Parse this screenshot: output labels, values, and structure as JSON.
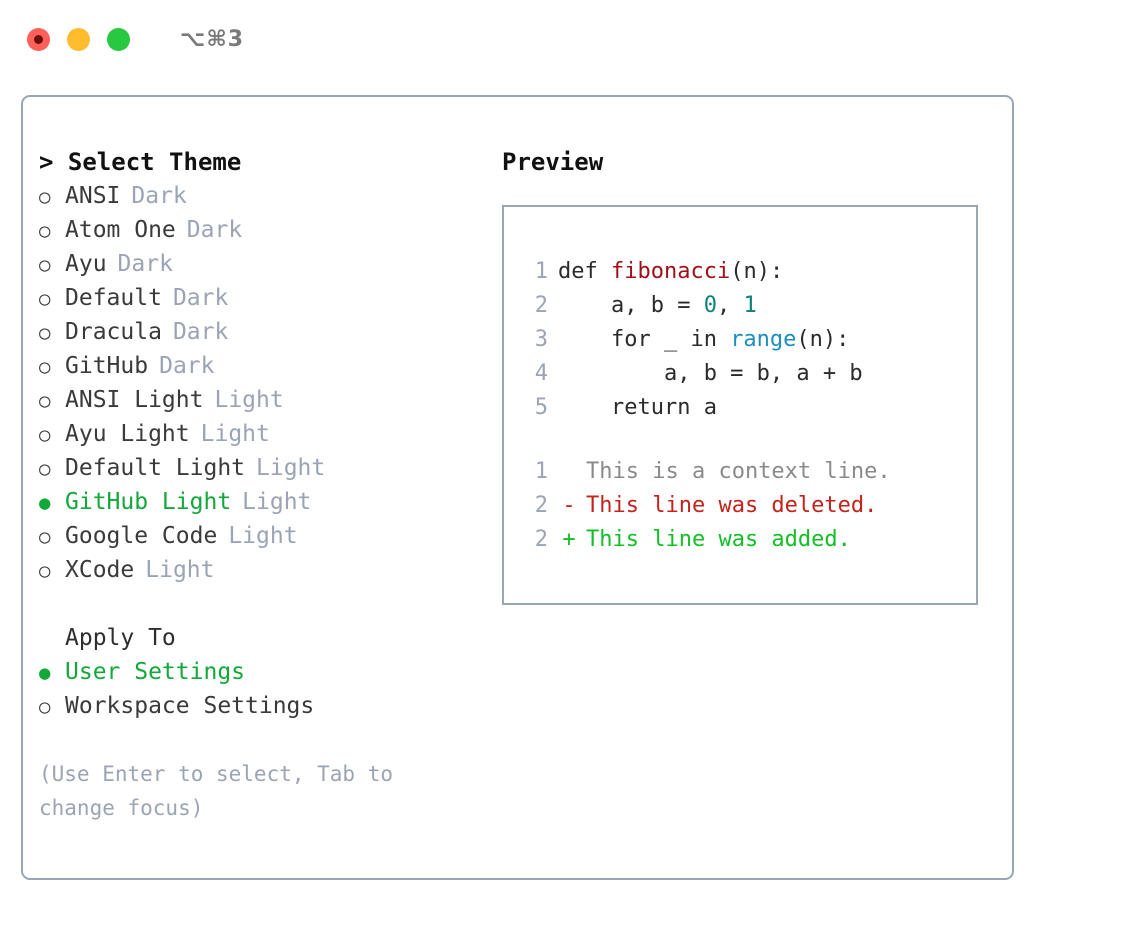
{
  "titlebar": {
    "shortcut": "⌥⌘3",
    "lights": [
      "close-red",
      "minimize-yellow",
      "maximize-green"
    ]
  },
  "left_panel": {
    "heading": "> Select Theme",
    "themes": [
      {
        "marker": "○",
        "name": "ANSI",
        "variant": "Dark",
        "selected": false
      },
      {
        "marker": "○",
        "name": "Atom One",
        "variant": "Dark",
        "selected": false
      },
      {
        "marker": "○",
        "name": "Ayu",
        "variant": "Dark",
        "selected": false
      },
      {
        "marker": "○",
        "name": "Default",
        "variant": "Dark",
        "selected": false
      },
      {
        "marker": "○",
        "name": "Dracula",
        "variant": "Dark",
        "selected": false
      },
      {
        "marker": "○",
        "name": "GitHub",
        "variant": "Dark",
        "selected": false
      },
      {
        "marker": "○",
        "name": "ANSI Light",
        "variant": "Light",
        "selected": false
      },
      {
        "marker": "○",
        "name": "Ayu Light",
        "variant": "Light",
        "selected": false
      },
      {
        "marker": "○",
        "name": "Default Light",
        "variant": "Light",
        "selected": false
      },
      {
        "marker": "●",
        "name": "GitHub Light",
        "variant": "Light",
        "selected": true
      },
      {
        "marker": "○",
        "name": "Google Code",
        "variant": "Light",
        "selected": false
      },
      {
        "marker": "○",
        "name": "XCode",
        "variant": "Light",
        "selected": false
      }
    ],
    "apply_to_label": "Apply To",
    "apply_to": [
      {
        "marker": "●",
        "name": "User Settings",
        "selected": true
      },
      {
        "marker": "○",
        "name": "Workspace Settings",
        "selected": false
      }
    ],
    "hint": "(Use Enter to select, Tab to change focus)"
  },
  "preview": {
    "title": "Preview",
    "code_lines": [
      {
        "no": "1",
        "segments": [
          {
            "t": "def ",
            "c": "plain"
          },
          {
            "t": "fibonacci",
            "c": "fn"
          },
          {
            "t": "(n):",
            "c": "plain"
          }
        ]
      },
      {
        "no": "2",
        "segments": [
          {
            "t": "    a, b = ",
            "c": "plain"
          },
          {
            "t": "0",
            "c": "num"
          },
          {
            "t": ", ",
            "c": "plain"
          },
          {
            "t": "1",
            "c": "num"
          }
        ]
      },
      {
        "no": "3",
        "segments": [
          {
            "t": "    for _ in ",
            "c": "plain"
          },
          {
            "t": "range",
            "c": "call"
          },
          {
            "t": "(n):",
            "c": "plain"
          }
        ]
      },
      {
        "no": "4",
        "segments": [
          {
            "t": "        a, b = b, a + b",
            "c": "plain"
          }
        ]
      },
      {
        "no": "5",
        "segments": [
          {
            "t": "    return a",
            "c": "plain"
          }
        ]
      }
    ],
    "diff_lines": [
      {
        "no": "1",
        "mark": " ",
        "text": "This is a context line.",
        "kind": "ctx"
      },
      {
        "no": "2",
        "mark": "-",
        "text": "This line was deleted.",
        "kind": "del"
      },
      {
        "no": "2",
        "mark": "+",
        "text": "This line was added.",
        "kind": "add"
      }
    ]
  },
  "colors": {
    "accent_green": "#12a83a",
    "muted": "#9aa4b4",
    "border": "#9aa6b7",
    "diff_add": "#13bf26",
    "diff_del": "#c4231b",
    "token_fn": "#a01019",
    "token_num": "#0c8377",
    "token_call": "#1a8fbf"
  }
}
